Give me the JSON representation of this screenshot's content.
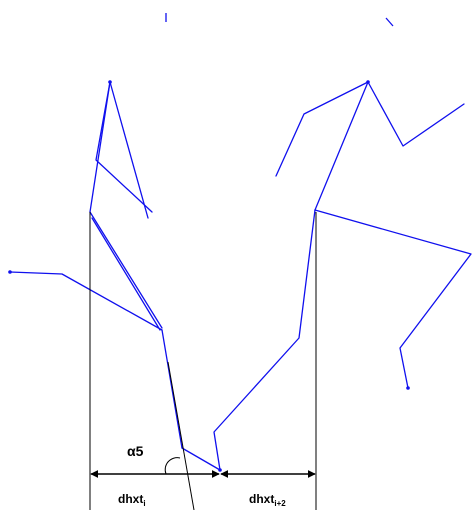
{
  "colors": {
    "figure_stroke": "#1010ee",
    "guide_stroke": "#000000",
    "background": "#ffffff"
  },
  "labels": {
    "angle": "α5",
    "dist_left": {
      "base": "dhxt",
      "subscript": "i"
    },
    "dist_right": {
      "base": "dhxt",
      "subscript": "i+2"
    }
  }
}
